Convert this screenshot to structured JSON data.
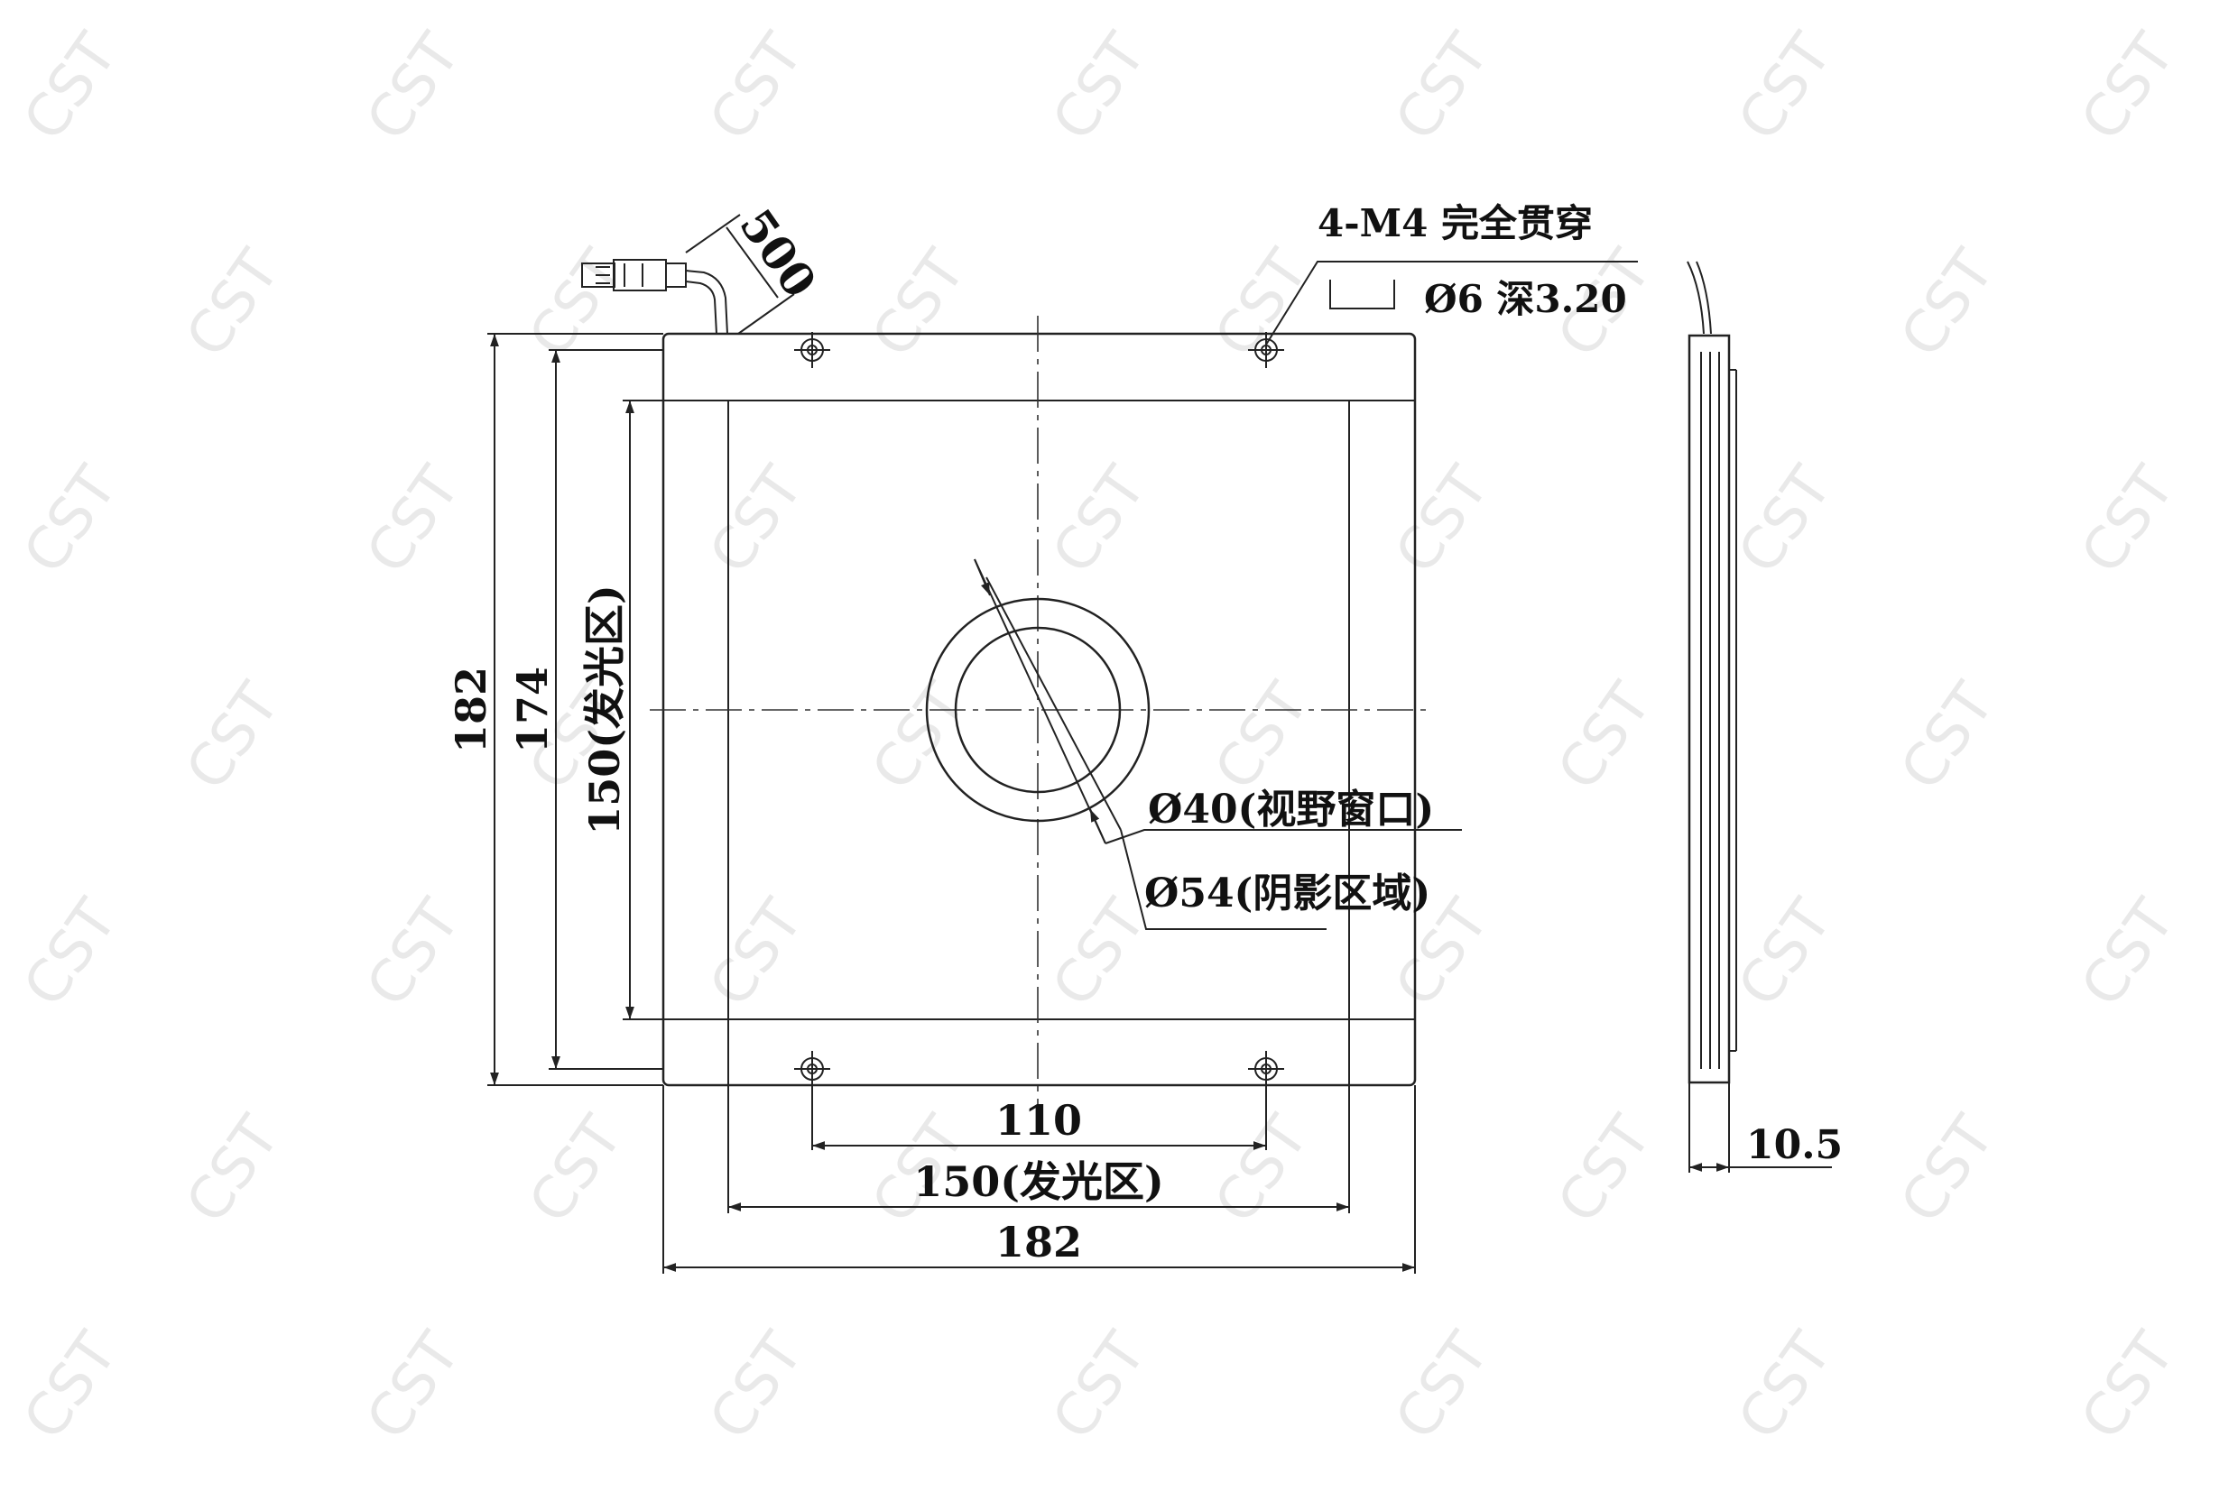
{
  "watermark": {
    "text": "CST"
  },
  "labels": {
    "cable_length": "500",
    "hole_spec": "4-M4 完全贯穿",
    "counterbore_spec": "Ø6 深3.20",
    "window": "Ø40(视野窗口)",
    "shadow": "Ø54(阴影区域)",
    "hole_spacing": "110",
    "emit_width": "150(发光区)",
    "outer_width": "182",
    "outer_height": "182",
    "inner_height": "174",
    "emit_height": "150(发光区)",
    "thickness": "10.5"
  },
  "colors": {
    "line": "#222222",
    "text": "#111111",
    "watermark": "#e9e9e9"
  }
}
